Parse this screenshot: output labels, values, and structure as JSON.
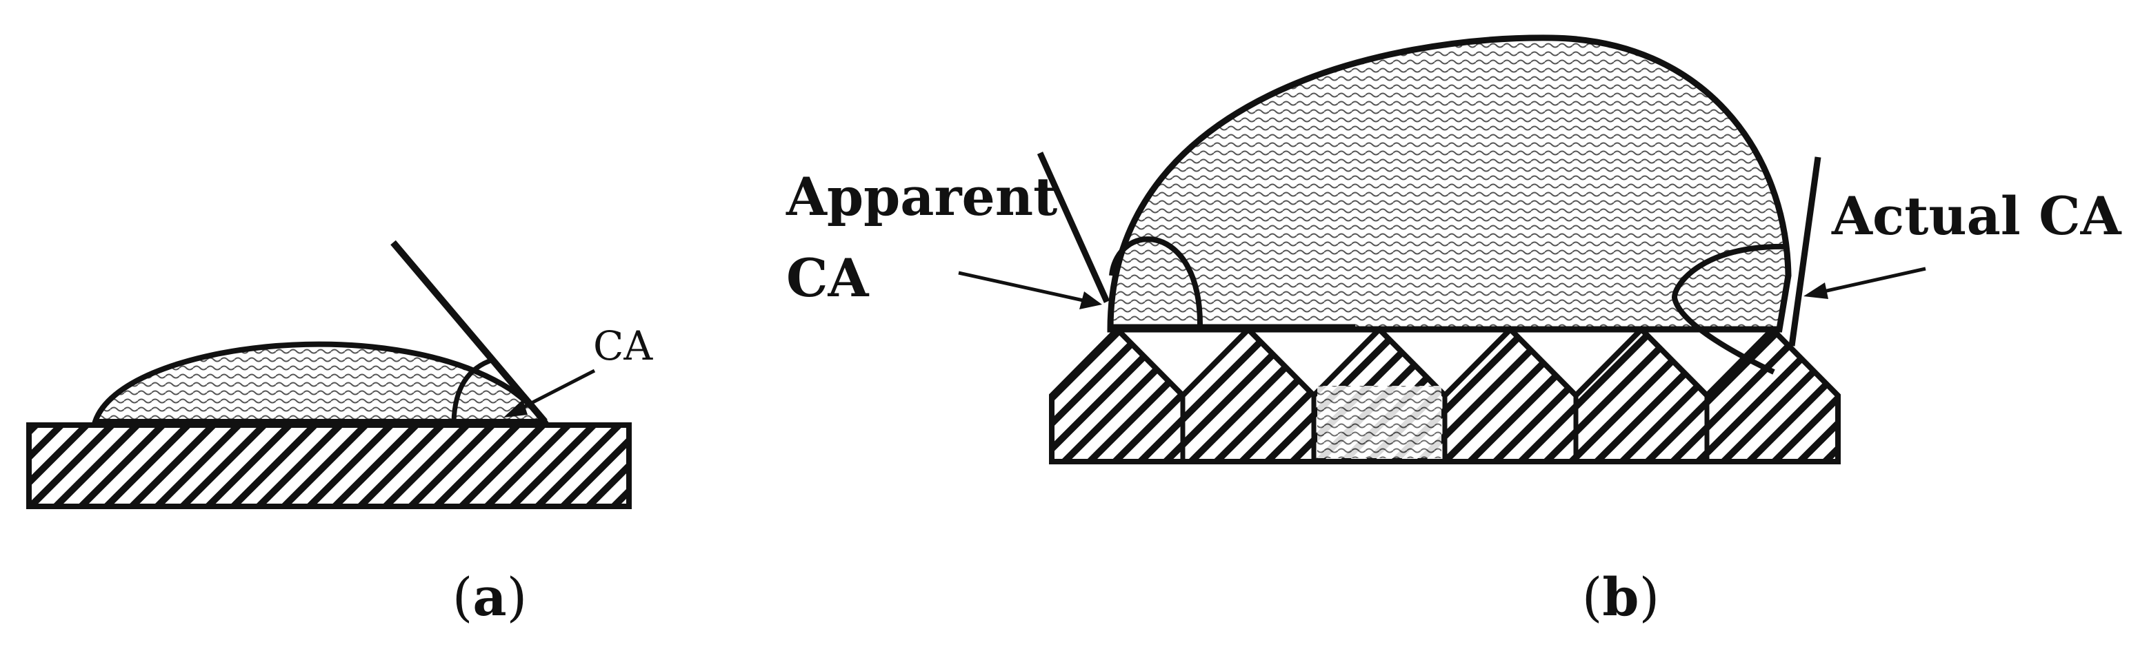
{
  "panel_a": {
    "angle_label": "CA",
    "caption_letter": "a"
  },
  "panel_b": {
    "apparent_label_line1": "Apparent",
    "apparent_label_line2": "CA",
    "actual_label": "Actual CA",
    "caption_letter": "b"
  },
  "colors": {
    "ink": "#111111",
    "background": "#ffffff",
    "droplet_fill": "#d9d9d9"
  }
}
